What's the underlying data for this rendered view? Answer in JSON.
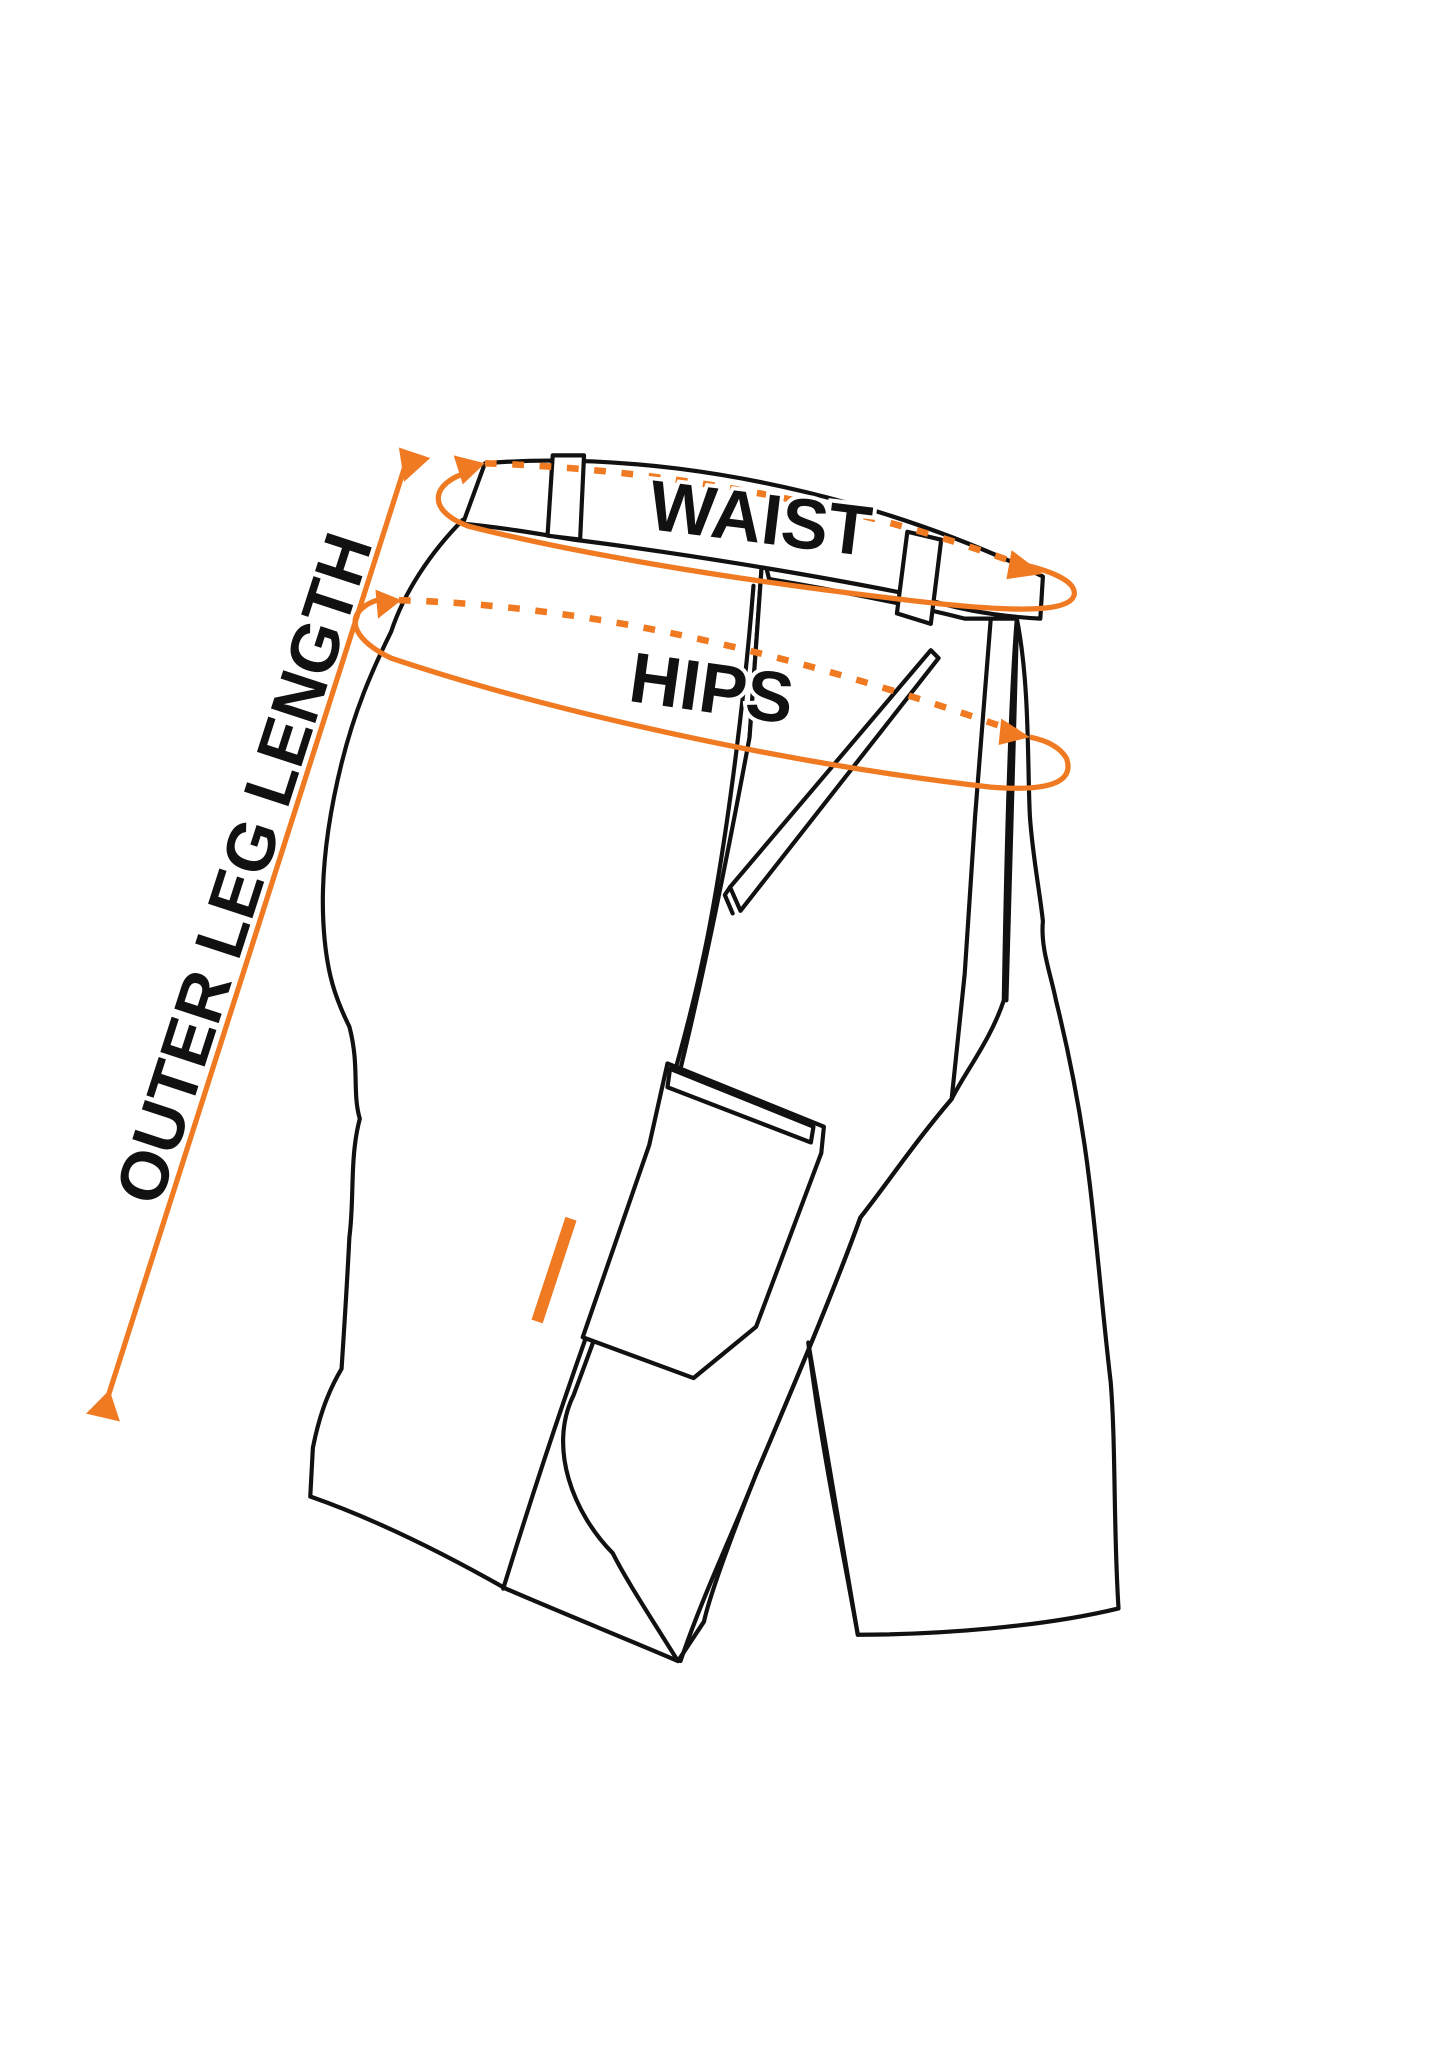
{
  "diagram": {
    "title": "Shorts size guide measurement diagram",
    "accent_color": "#F07A22",
    "line_color": "#111111",
    "background_color": "#FFFFFF",
    "garment": "cargo shorts",
    "measurements": [
      {
        "id": "waist",
        "label": "WAIST",
        "indicator": "elliptical loop with dotted arrow around waistband"
      },
      {
        "id": "hips",
        "label": "HIPS",
        "indicator": "elliptical loop with dotted arrow around hips"
      },
      {
        "id": "outer-leg-length",
        "label": "OUTER LEG LENGTH",
        "indicator": "double-headed arrow along outer leg seam"
      }
    ],
    "labels": {
      "waist": "WAIST",
      "hips": "HIPS",
      "outer_leg_length": "OUTER LEG LENGTH"
    }
  }
}
